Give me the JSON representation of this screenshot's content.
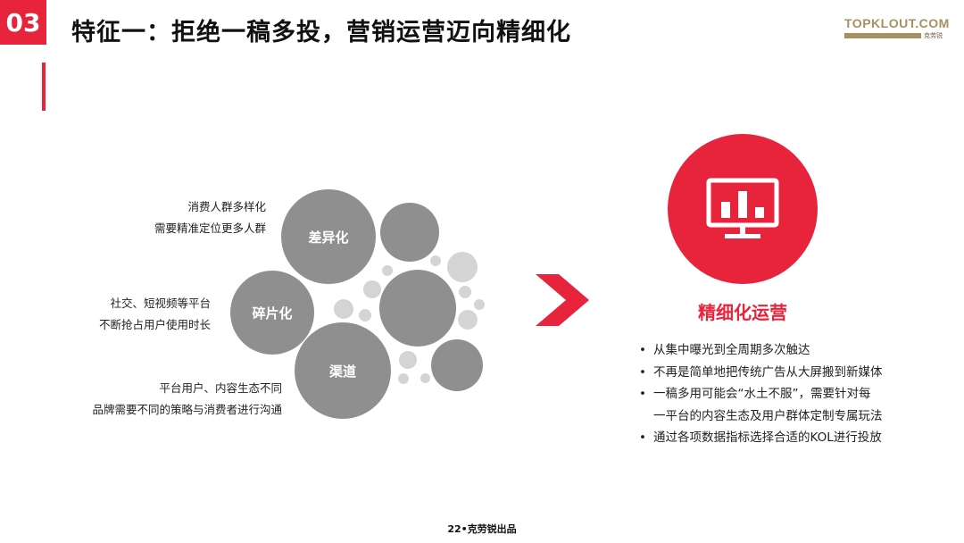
{
  "theme": {
    "accent": "#e8243c",
    "bubble_dark": "#8f8f8f",
    "bubble_light": "#d4d4d4"
  },
  "header": {
    "section_number": "03",
    "title": "特征一：拒绝一稿多投，营销运营迈向精细化"
  },
  "logo": {
    "text": "TOPKLOUT.COM",
    "cn": "克劳锐"
  },
  "bubbles": [
    {
      "label": "差异化"
    },
    {
      "label": "碎片化"
    },
    {
      "label": "渠道"
    }
  ],
  "captions": [
    {
      "lines": [
        "消费人群多样化",
        "需要精准定位更多人群"
      ]
    },
    {
      "lines": [
        "社交、短视频等平台",
        "不断抢占用户使用时长"
      ]
    },
    {
      "lines": [
        "平台用户、内容生态不同",
        "品牌需要不同的策略与消费者进行沟通"
      ]
    }
  ],
  "right": {
    "icon": "monitor-chart-icon",
    "title": "精细化运营",
    "bullets": [
      {
        "text": "从集中曝光到全周期多次触达"
      },
      {
        "text": "不再是简单地把传统广告从大屏搬到新媒体"
      },
      {
        "text": "一稿多用可能会“水土不服”，需要针对每",
        "cont": "一平台的内容生态及用户群体定制专属玩法"
      },
      {
        "text": "通过各项数据指标选择合适的KOL进行投放"
      }
    ]
  },
  "footer": {
    "text": "22•克劳锐出品"
  }
}
